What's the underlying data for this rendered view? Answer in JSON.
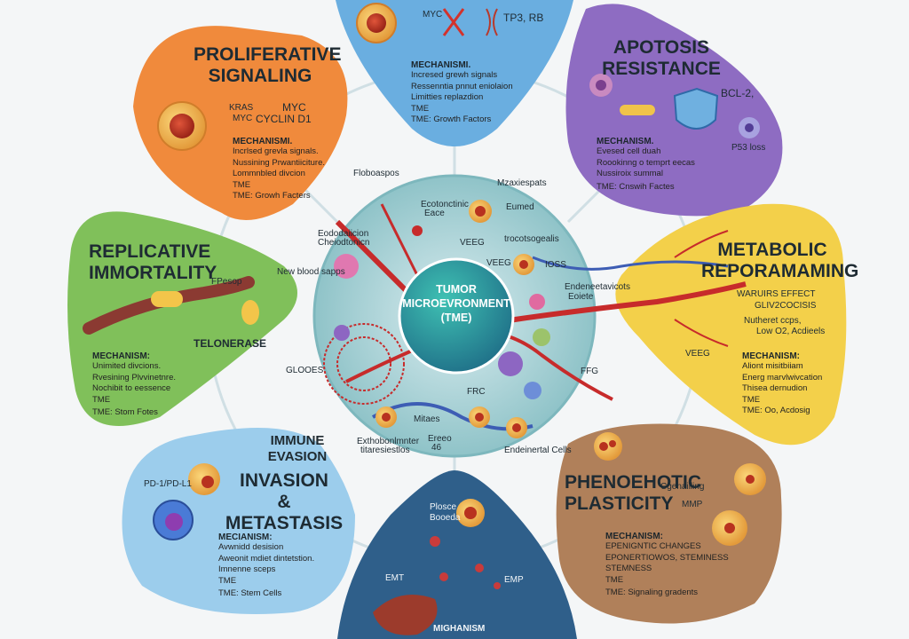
{
  "center": {
    "line1": "TUMOR",
    "line2": "MICROEVRONMENT",
    "line3": "(TME)"
  },
  "top_petal": {
    "labels": [
      "MYC",
      "TP3, RB"
    ],
    "mechanism_heading": "MECHANISMI.",
    "mechanism_lines": [
      "Incresed grewh signals",
      "Ressenntia pnnut eniolaion",
      "Limitties replazdion",
      "TME",
      "TME: Growth Factors"
    ]
  },
  "proliferative": {
    "title_line1": "PROLIFERATIVE",
    "title_line2": "SIGNALING",
    "genes": [
      "KRAS",
      "MYC",
      "MYC",
      "CYCLIN D1"
    ],
    "mechanism_heading": "MECHANISMI.",
    "mechanism_lines": [
      "Incrlsed grevla signals.",
      "Nussining Prwantiiciture.",
      "Lommnbled divcion",
      "TME",
      "TME: Growh Facters"
    ]
  },
  "apoptosis": {
    "title_line1": "APOTOSIS",
    "title_line2": "RESISTANCE",
    "genes": [
      "BCL-2,",
      "P53 loss"
    ],
    "mechanism_heading": "MECHANISM.",
    "mechanism_lines": [
      "Evesed cell duah",
      "Roookinng  o temprt eecas",
      "Nussiroix summal",
      "TME: Cnswih Factes"
    ]
  },
  "replicative": {
    "title_line1": "REPLICATIVE",
    "title_line2": "IMMORTALITY",
    "labels": [
      "FPesop",
      "TELONERASE"
    ],
    "mechanism_heading": "MECHANISM:",
    "mechanism_lines": [
      "Unimited divcions.",
      "Rvesining Plvvinetnre.",
      "Nochibit to eessence",
      "TME",
      "TME: Stom Fotes"
    ]
  },
  "metabolic": {
    "title_line1": "METABOLIC",
    "title_line2": "REPORAMAMING",
    "labels": [
      "WARUIRS EFFECT",
      "GLIV2COCISIS",
      "Nutheret ccps,",
      "Low O2, Acdieels",
      "VEEG"
    ],
    "mechanism_heading": "MECHANISM:",
    "mechanism_lines": [
      "Aliont misitbiiam",
      "Energ marvlwivcation",
      "Thisea dernudion",
      "TME",
      "TME:  Oo,  Acdosig"
    ]
  },
  "immune": {
    "title_line1": "IMMUNE",
    "title_line2": "EVASION",
    "title_line3": "INVASION",
    "title_line4": "& METASTASIS",
    "labels": [
      "PD-1/PD-L1"
    ],
    "mechanism_heading": "MECIANISM:",
    "mechanism_lines": [
      "Avwnidd desision",
      "Aweonit mdiet dintetstion.",
      "Imnenne sceps",
      "TME",
      "TME: Stem Cells"
    ]
  },
  "phenotypic": {
    "title_line1": "PHENOEHOTIC",
    "title_line2": "PLASTICITY",
    "labels": [
      "Cgenailling",
      "MMP"
    ],
    "mechanism_heading": "MECHANISM:",
    "mechanism_lines": [
      "EPENIGNTIC CHANGES",
      "EPONERTIOWOS, STEMINESS",
      "STEMNESS",
      "TME",
      "TME: Signaling gradents"
    ]
  },
  "bottom_petal": {
    "labels": [
      "Plosce",
      "Booeda",
      "EMT",
      "EMP"
    ],
    "mechanism_heading": "MIGHANISM"
  },
  "tme_labels": {
    "fibroblasts": "Floboaspos",
    "macrophages": "Mzaxiespats",
    "endothelial_top": "Ecotonctinic",
    "endothelial_top2": "Eace",
    "endo_cells_left": "Eododaiicion",
    "endo_cells_left2": "Cheiodtonicn",
    "new_blood": "New blood sapps",
    "immune": "Eumed",
    "immune2": "trocotsogealis",
    "veeg": "VEEG",
    "veeg2": "VEEG",
    "bloss": "IOSS",
    "endo_right": "Endeneetavicots",
    "endo_right2": "Eoiete",
    "glooes": "GLOOES",
    "fpg": "FFG",
    "frc": "FRC",
    "mizes": "Mitaes",
    "exo": "Exthobonlmnter",
    "exo2": "titaresiestlos",
    "rns": "Ereeo",
    "rns2": "46",
    "endothelial_cells": "Endeinertal Cells"
  },
  "colors": {
    "orange": "#f08a3c",
    "blue": "#6aaee0",
    "purple": "#8e6cc2",
    "green": "#80c05a",
    "yellow": "#f3d04a",
    "lightblue": "#9ccdec",
    "brown": "#b0805a",
    "navy": "#2f5f8a",
    "center": "#2aa3a1"
  }
}
